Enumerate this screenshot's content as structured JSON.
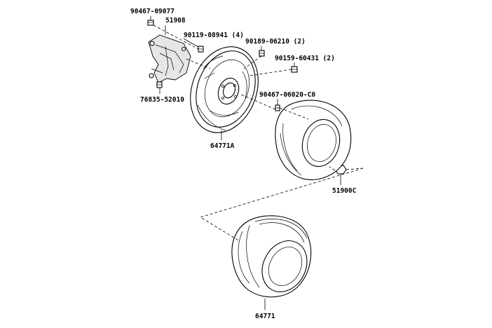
{
  "labels": {
    "p_90467_09077": "90467-09077",
    "p_51908": "51908",
    "p_90119_08941": "90119-08941 (4)",
    "p_90189_06210": "90189-06210 (2)",
    "p_90159_60431": "90159-60431 (2)",
    "p_76835_52010": "76835-52010",
    "p_90467_06020": "90467-06020-C0",
    "p_64771A": "64771A",
    "p_51900C": "51900C",
    "p_64771": "64771"
  }
}
